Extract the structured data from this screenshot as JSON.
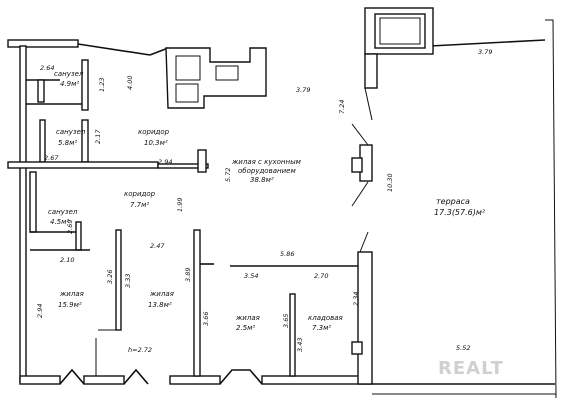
{
  "rooms": {
    "bath1": {
      "name": "санузел",
      "area": "4.9м²"
    },
    "bath2": {
      "name": "санузел",
      "area": "5.8м²"
    },
    "corridor1": {
      "name": "коридор",
      "area": "10.3м²"
    },
    "living_kitchen": {
      "name": "жилая с кухонным",
      "name2": "оборудованием",
      "area": "38.8м²"
    },
    "corridor2": {
      "name": "коридор",
      "area": "7.7м²"
    },
    "bath3": {
      "name": "санузел",
      "area": "4.5м²"
    },
    "terrace": {
      "name": "терраса",
      "area": "17.3(57.6)м²"
    },
    "living1": {
      "name": "жилая",
      "area": "15.9м²"
    },
    "living2": {
      "name": "жилая",
      "area": "13.8м²"
    },
    "living3": {
      "name": "жилая",
      "area": "2.5м²"
    },
    "storage": {
      "name": "кладовая",
      "area": "7.3м²"
    }
  },
  "dims": {
    "d_264": "2.64",
    "d_123": "1.23",
    "d_400": "4.00",
    "d_217": "2.17",
    "d_267": "2.67",
    "d_294a": "2.94",
    "d_379a": "3.79",
    "d_379b": "3.79",
    "d_724": "7.24",
    "d_572": "5.72",
    "d_199": "1.99",
    "d_1030": "10.30",
    "d_269": "2.69",
    "d_247": "2.47",
    "d_210": "2.10",
    "d_586": "5.86",
    "d_354": "3.54",
    "d_270": "2.70",
    "d_326": "3.26",
    "d_333": "3.33",
    "d_389": "3.89",
    "d_294b": "2.94",
    "d_366": "3.66",
    "d_365": "3.65",
    "d_343": "3.43",
    "d_234": "2.34",
    "d_552": "5.52",
    "height": "h=2.72"
  },
  "watermark": "REALT"
}
